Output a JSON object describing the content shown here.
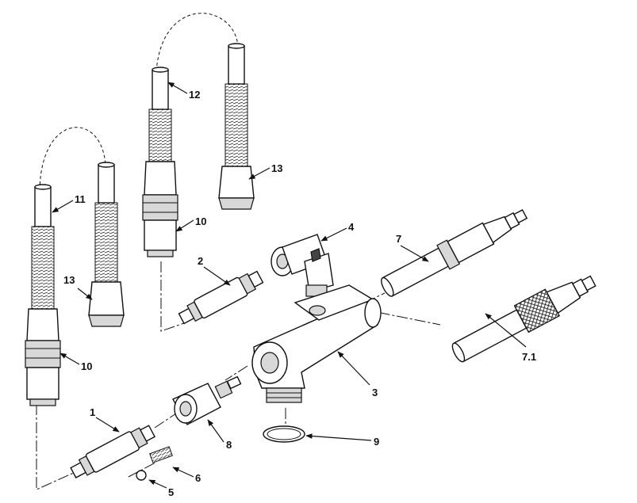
{
  "callouts": {
    "c1": "1",
    "c2": "2",
    "c3": "3",
    "c4": "4",
    "c5": "5",
    "c6": "6",
    "c7": "7",
    "c7_1": "7.1",
    "c8": "8",
    "c9": "9",
    "c10a": "10",
    "c10b": "10",
    "c11": "11",
    "c12": "12",
    "c13a": "13",
    "c13b": "13"
  }
}
